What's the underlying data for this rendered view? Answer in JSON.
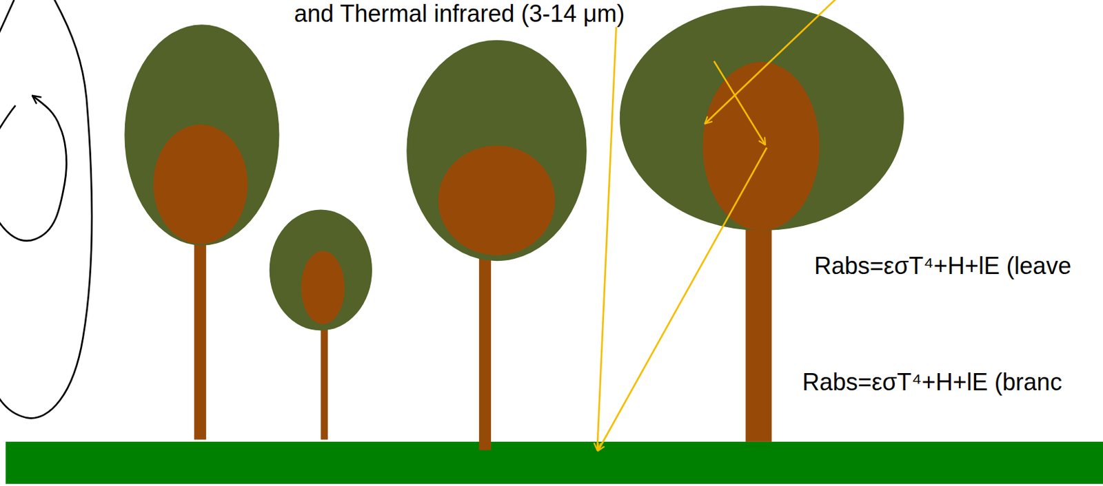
{
  "diagram": {
    "labels": [
      "and Thermal infrared (3-14 μm)",
      "Rabs=εσT⁴+H+lE (leave",
      "Rabs=εσT⁴+H+lE (branc"
    ]
  }
}
